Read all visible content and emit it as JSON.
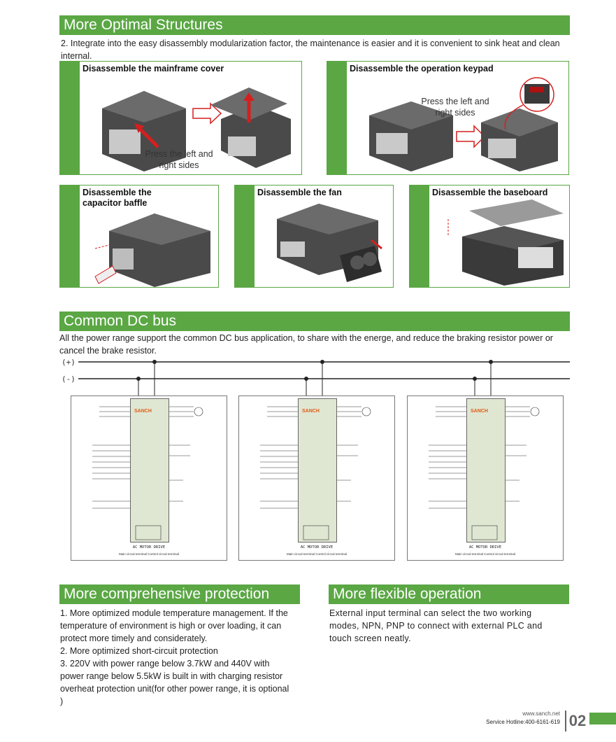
{
  "sections": {
    "structures": {
      "title": "More Optimal Structures",
      "intro": "2. Integrate into the easy disassembly modularization factor, the maintenance is easier and it is convenient to sink heat and clean internal.",
      "panels": [
        {
          "title": "Disassemble the mainframe cover",
          "note": "Press the left and right sides"
        },
        {
          "title": "Disassemble the operation keypad",
          "note": "Press the left and right sides"
        },
        {
          "title": "Disassemble the capacitor baffle"
        },
        {
          "title": "Disassemble the fan"
        },
        {
          "title": "Disassemble the baseboard"
        }
      ]
    },
    "dcbus": {
      "title": "Common DC bus",
      "intro": "All the power range support the common DC bus application, to share with the energe, and reduce the braking resistor power or cancel the brake resistor.",
      "plus_label": "(+)",
      "minus_label": "(-)",
      "diagram_caption": "AC MOTOR DRIVE",
      "diagram_legend": "Main circuit terminal   Control circuit terminal",
      "brand": "SANCH"
    },
    "protection": {
      "title": "More comprehensive protection",
      "items": [
        "1. More optimized module temperature management. If the temperature of environment is high or over loading, it can protect more timely and considerately.",
        "2. More optimized short-circuit protection",
        "3. 220V with power range below 3.7kW and 440V with power range below 5.5kW is built in with charging resistor overheat protection unit(for other power range, it is optional )"
      ]
    },
    "operation": {
      "title": "More flexible operation",
      "text": "External input terminal can select the two working modes, NPN, PNP to connect with external PLC and touch screen neatly."
    }
  },
  "footer": {
    "url": "www.sanch.net",
    "hotline": "Service Hotline:400-6161-619",
    "page": "02"
  },
  "colors": {
    "accent": "#5aa744"
  }
}
